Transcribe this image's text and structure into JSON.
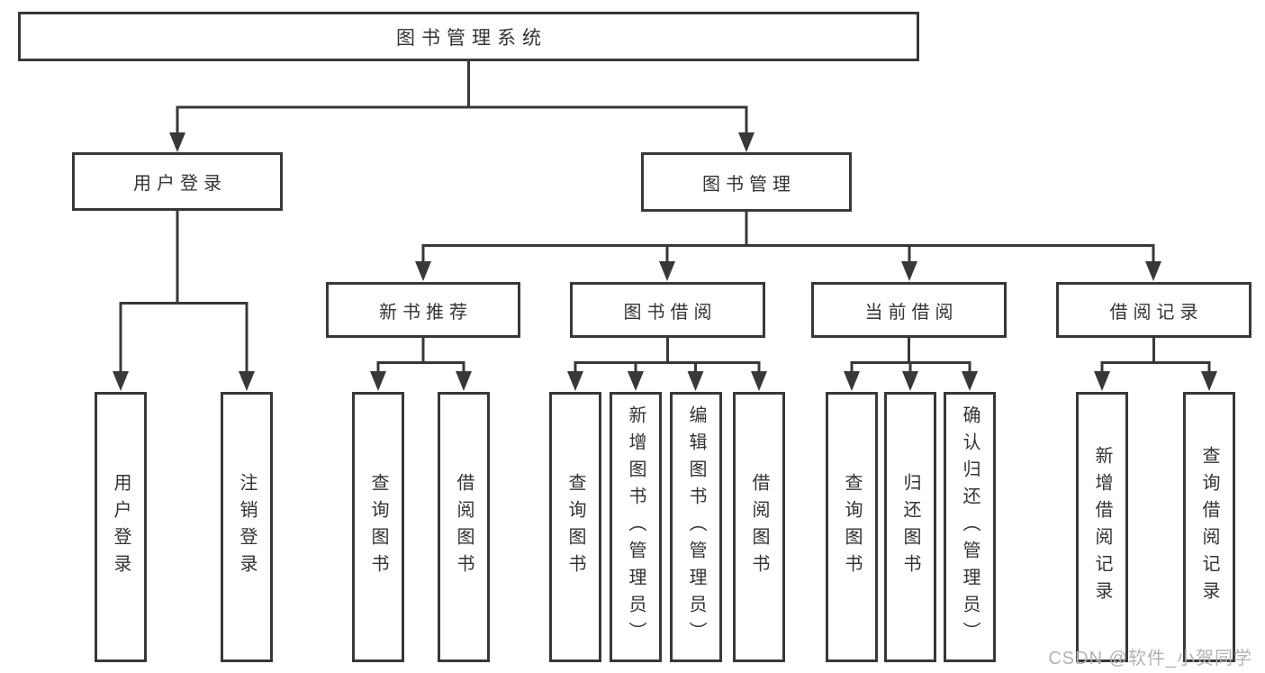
{
  "diagram": {
    "title": "图书管理系统",
    "type": "hierarchy-tree"
  },
  "tree": {
    "root": {
      "label": "图书管理系统"
    },
    "branches": [
      {
        "label": "用户登录",
        "leaves": [
          "用户登录",
          "注销登录"
        ]
      },
      {
        "label": "图书管理",
        "groups": [
          {
            "label": "新书推荐",
            "leaves": [
              "查询图书",
              "借阅图书"
            ]
          },
          {
            "label": "图书借阅",
            "leaves": [
              "查询图书",
              "新增图书（管理员）",
              "编辑图书（管理员）",
              "借阅图书"
            ]
          },
          {
            "label": "当前借阅",
            "leaves": [
              "查询图书",
              "归还图书",
              "确认归还（管理员）"
            ]
          },
          {
            "label": "借阅记录",
            "leaves": [
              "新增借阅记录",
              "查询借阅记录"
            ]
          }
        ]
      }
    ]
  },
  "watermark": {
    "text": "CSDN @软件_小贺同学",
    "color": "#b2b2b2"
  },
  "colors": {
    "background": "#ffffff",
    "line": "#383838",
    "box_border": "#383838",
    "box_fill": "#ffffff",
    "text": "#333333"
  }
}
